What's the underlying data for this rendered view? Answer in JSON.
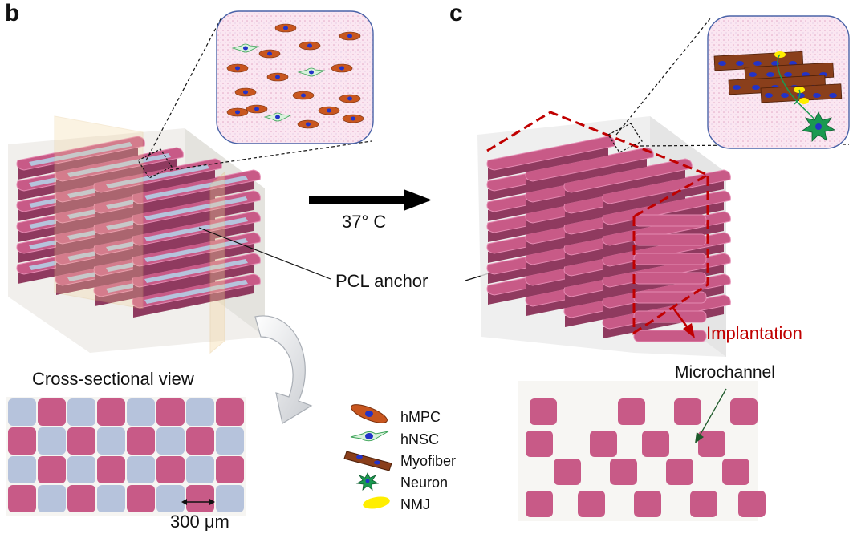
{
  "panels": {
    "b": {
      "letter": "b",
      "cross_section_label": "Cross-sectional view",
      "scale_label": "300 μm"
    },
    "c": {
      "letter": "c",
      "implantation_label": "Implantation",
      "microchannel_label": "Microchannel"
    }
  },
  "center": {
    "temperature_label": "37° C",
    "anchor_label": "PCL anchor"
  },
  "legend": [
    {
      "key": "hmpc",
      "label": "hMPC"
    },
    {
      "key": "hnsc",
      "label": "hNSC"
    },
    {
      "key": "myofiber",
      "label": "Myofiber"
    },
    {
      "key": "neuron",
      "label": "Neuron"
    },
    {
      "key": "nmj",
      "label": "NMJ"
    }
  ],
  "colors": {
    "bar": "#c85a87",
    "bar_dark": "#8f3a5f",
    "bar_light": "#e58ab2",
    "gel": "#b6c3dc",
    "hmpc": "#c8561f",
    "nucleus": "#2333c8",
    "neuron": "#1a9a50",
    "nmj": "#ffee00",
    "implant_line": "#c00000"
  }
}
